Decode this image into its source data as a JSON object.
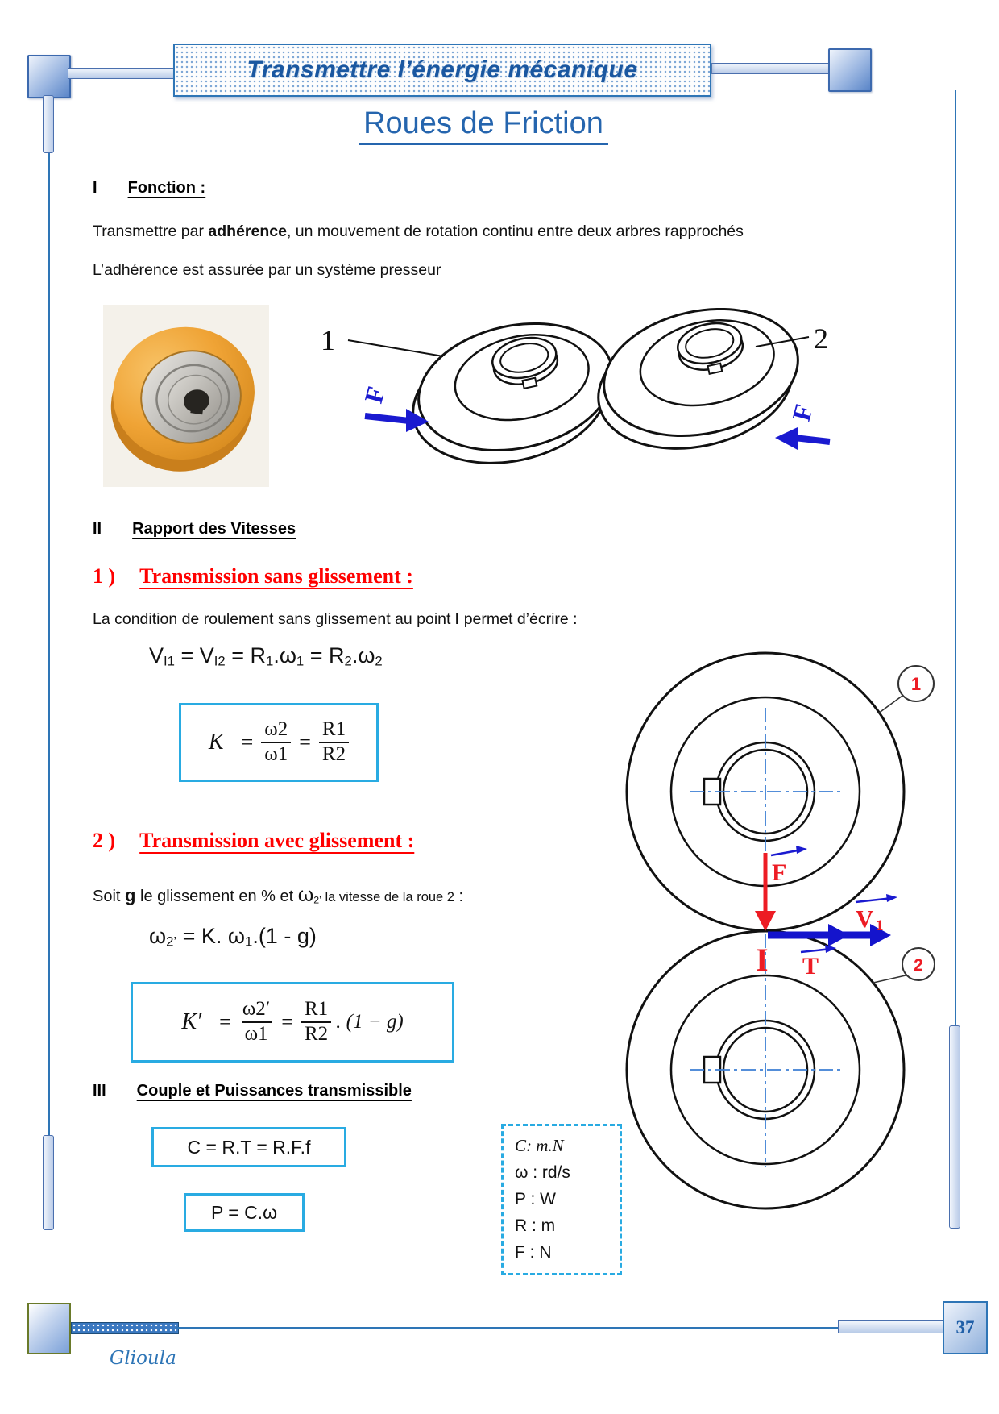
{
  "banner": {
    "text": "Transmettre l’énergie mécanique"
  },
  "title": {
    "text": "Roues de Friction"
  },
  "section_i": {
    "numeral": "I",
    "heading": "Fonction :",
    "p1_pre": "Transmettre par ",
    "p1_bold": "adhérence",
    "p1_post": ", un mouvement de rotation continu entre deux arbres rapprochés",
    "p2": "L’adhérence est assurée par un système presseur"
  },
  "figure": {
    "wheel_label_1": "1",
    "wheel_label_2": "2",
    "force_label_1": "F",
    "force_label_2": "F"
  },
  "section_ii": {
    "numeral": "II",
    "heading": "Rapport des Vitesses",
    "sub1": {
      "num": "1 )",
      "heading": "Transmission sans glissement :",
      "intro_pre": "La condition de roulement sans glissement au point ",
      "intro_bold": "I",
      "intro_post": " permet d’écrire :",
      "eq": {
        "p1": "V",
        "s1": "I1",
        "p2": " = V",
        "s2": "I2",
        "p3": " = R",
        "s3": "1",
        "p4": ".ω",
        "s4": "1",
        "p5": " = R",
        "s5": "2",
        "p6": ".ω",
        "s6": "2"
      },
      "box": {
        "lhs": "K",
        "eq1": "=",
        "num1": "ω2",
        "den1": "ω1",
        "eq2": "=",
        "num2": "R1",
        "den2": "R2"
      }
    },
    "sub2": {
      "num": "2 )",
      "heading": "Transmission avec glissement :",
      "intro_pre": "Soit ",
      "intro_bold": "g",
      "intro_mid": " le glissement en % et ",
      "intro_omega": "ω",
      "intro_omega_sub": "2’",
      "intro_small": " la vitesse de la roue 2",
      "intro_colon": " :",
      "eq": {
        "p1": "ω",
        "s1": "2’",
        "p2": " = K. ω",
        "s2": "1",
        "p3": ".(1 - g)"
      },
      "box": {
        "lhs": "K′",
        "eq1": "=",
        "num1": "ω2′",
        "den1": "ω1",
        "eq2": "=",
        "num2": "R1",
        "den2": "R2",
        "tail": ". (1 − g)"
      }
    }
  },
  "section_iii": {
    "numeral": "III",
    "heading": "Couple et Puissances transmissible",
    "box_c": "C = R.T = R.F.f",
    "box_p": "P = C.ω",
    "units": [
      "C: m.N",
      "ω : rd/s",
      "P : W",
      "R : m",
      "F : N"
    ]
  },
  "diagram": {
    "wheel_label_1": "1",
    "wheel_label_2": "2",
    "force_label": "F",
    "velocity_label": "V",
    "velocity_sub": "1",
    "contact_label": "I",
    "tangent_label": "T"
  },
  "footer": {
    "signature": "Glioula",
    "page_number": "37"
  }
}
